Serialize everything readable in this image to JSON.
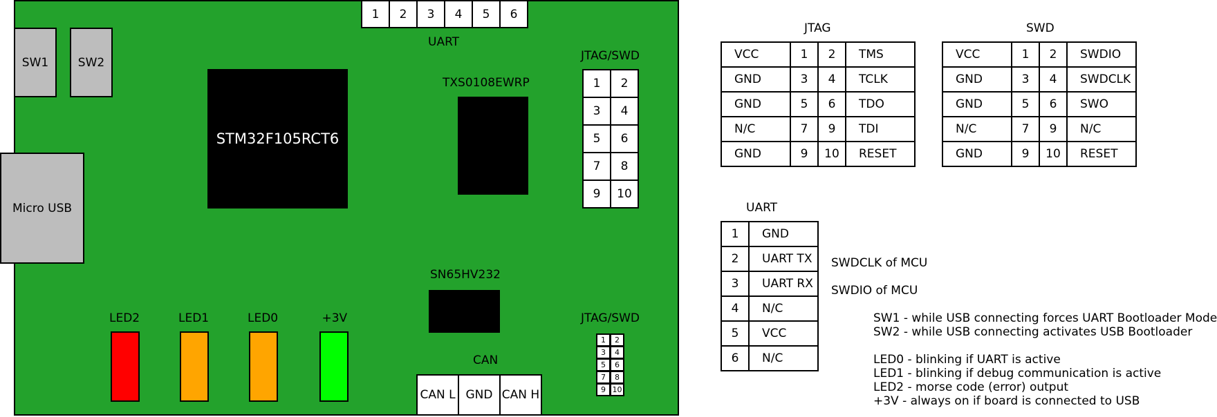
{
  "board": {
    "uart_pins": [
      "1",
      "2",
      "3",
      "4",
      "5",
      "6"
    ],
    "uart_label": "UART",
    "sw1": "SW1",
    "sw2": "SW2",
    "usb": "Micro USB",
    "mcu": "STM32F105RCT6",
    "level_shifter": "TXS0108EWRP",
    "rs232": "SN65HV232",
    "jtag_swd_label": "JTAG/SWD",
    "jtag_pins": [
      "1",
      "2",
      "3",
      "4",
      "5",
      "6",
      "7",
      "8",
      "9",
      "10"
    ],
    "leds": [
      {
        "label": "LED2",
        "color": "#ff0000"
      },
      {
        "label": "LED1",
        "color": "#ffa500"
      },
      {
        "label": "LED0",
        "color": "#ffa500"
      },
      {
        "label": "+3V",
        "color": "#00ff00"
      }
    ],
    "can_label": "CAN",
    "can_pins": [
      "CAN L",
      "GND",
      "CAN H"
    ],
    "board_color": "#23a22c"
  },
  "jtag": {
    "title": "JTAG",
    "rows": [
      [
        "VCC",
        "1",
        "2",
        "TMS"
      ],
      [
        "GND",
        "3",
        "4",
        "TCLK"
      ],
      [
        "GND",
        "5",
        "6",
        "TDO"
      ],
      [
        "N/C",
        "7",
        "9",
        "TDI"
      ],
      [
        "GND",
        "9",
        "10",
        "RESET"
      ]
    ]
  },
  "swd": {
    "title": "SWD",
    "rows": [
      [
        "VCC",
        "1",
        "2",
        "SWDIO"
      ],
      [
        "GND",
        "3",
        "4",
        "SWDCLK"
      ],
      [
        "GND",
        "5",
        "6",
        "SWO"
      ],
      [
        "N/C",
        "7",
        "9",
        "N/C"
      ],
      [
        "GND",
        "9",
        "10",
        "RESET"
      ]
    ]
  },
  "uart": {
    "title": "UART",
    "rows": [
      [
        "1",
        "GND"
      ],
      [
        "2",
        "UART TX"
      ],
      [
        "3",
        "UART RX"
      ],
      [
        "4",
        "N/C"
      ],
      [
        "5",
        "VCC"
      ],
      [
        "6",
        "N/C"
      ]
    ],
    "notes": [
      "SWDCLK of  MCU",
      "SWDIO of MCU"
    ]
  },
  "legend": {
    "switches": [
      "SW1 - while USB connecting forces UART Bootloader Mode",
      "SW2 - while USB connecting activates USB Bootloader"
    ],
    "leds": [
      "LED0 - blinking if UART is active",
      "LED1 - blinking if debug communication is active",
      "LED2 - morse code (error) output",
      "+3V - always on if board is connected to USB"
    ]
  }
}
